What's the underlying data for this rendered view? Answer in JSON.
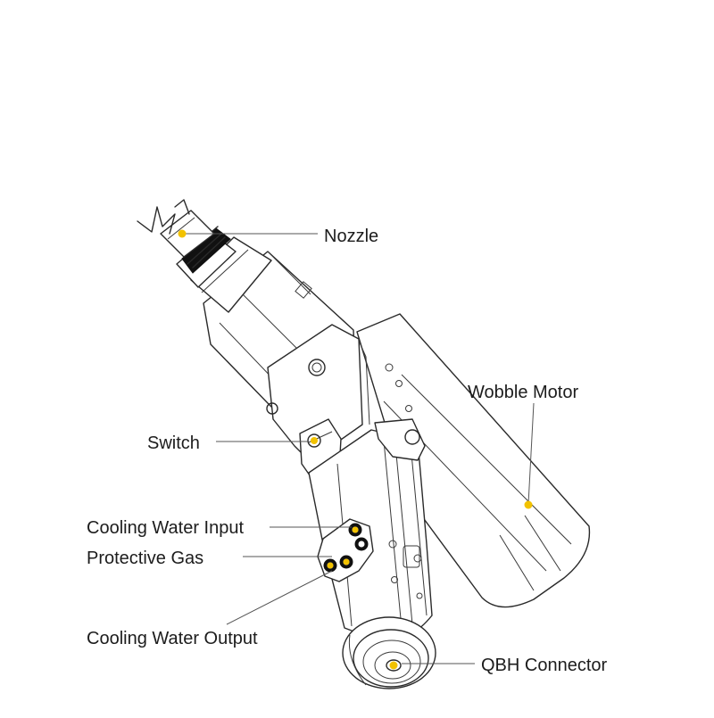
{
  "diagram": {
    "marker_color": "#f2c200",
    "labels": {
      "nozzle": "Nozzle",
      "wobble_motor": "Wobble Motor",
      "switch": "Switch",
      "cooling_water_input": "Cooling Water Input",
      "protective_gas": "Protective Gas",
      "cooling_water_output": "Cooling Water Output",
      "qbh_connector": "QBH Connector"
    }
  }
}
